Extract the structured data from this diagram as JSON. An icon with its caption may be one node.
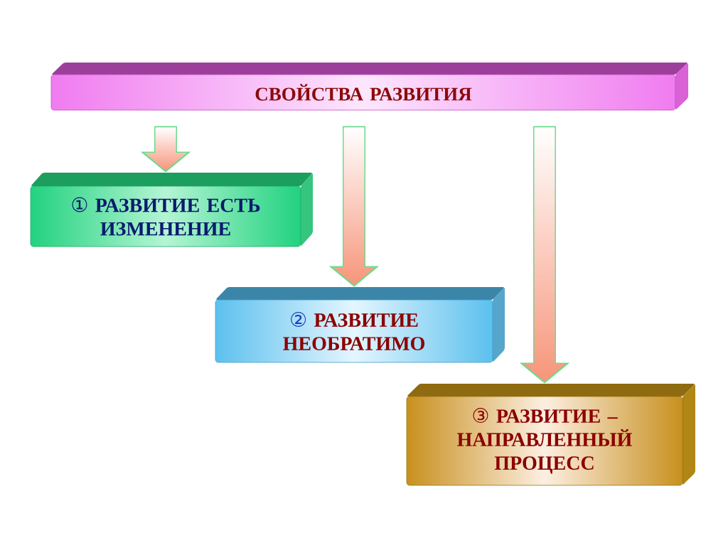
{
  "diagram": {
    "nodes": [
      {
        "text": [
          "СВОЙСТВА РАЗВИТИЯ"
        ]
      },
      {
        "text": [
          "① РАЗВИТИЕ ЕСТЬ ИЗМЕНЕНИЕ"
        ]
      },
      {
        "text": [
          "② РАЗВИТИЕ НЕОБРАТИМО"
        ]
      },
      {
        "text": [
          "③ РАЗВИТИЕ – НАПРАВЛЕННЫЙ ПРОЦЕСС"
        ]
      }
    ],
    "edges": [
      {
        "from": 0,
        "to": 1,
        "arrow": "to"
      },
      {
        "from": 0,
        "to": 2,
        "arrow": "to"
      },
      {
        "from": 0,
        "to": 3,
        "arrow": "to"
      }
    ]
  }
}
